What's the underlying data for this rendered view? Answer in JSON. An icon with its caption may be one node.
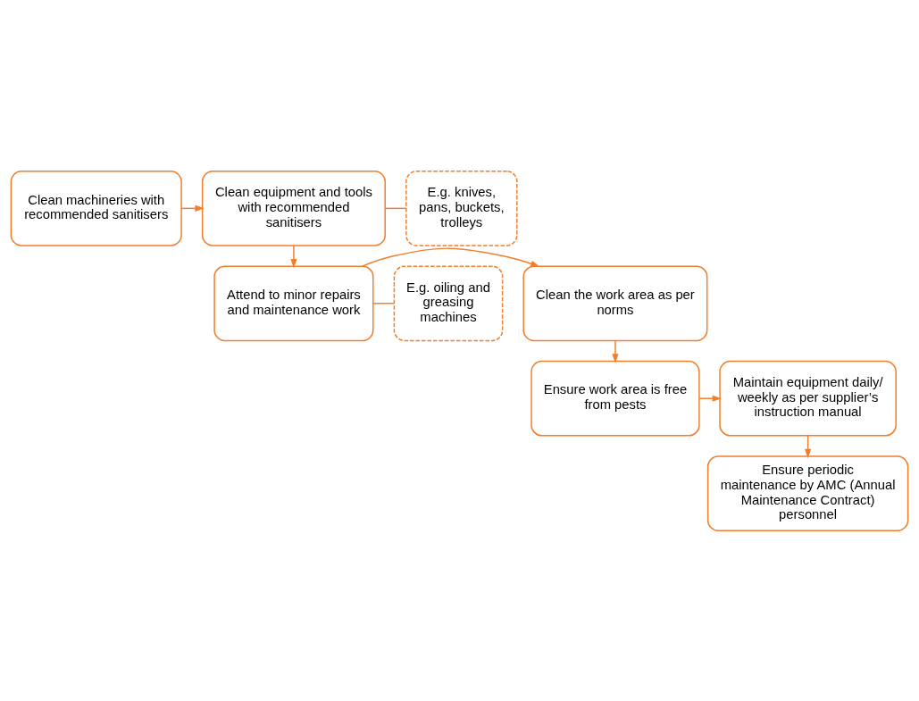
{
  "diagram": {
    "nodes": [
      {
        "text": [
          "Clean machineries with recommended sanitisers"
        ]
      },
      {
        "text": [
          "Clean equipment and tools with recommended sanitisers"
        ]
      },
      {
        "text": [
          "E.g. knives, pans, buckets, trolleys"
        ]
      },
      {
        "text": [
          "Clean the work area as per norms"
        ]
      },
      {
        "text": [
          "Attend to minor repairs and maintenance work"
        ]
      },
      {
        "text": [
          "E.g. oiling and greasing machines"
        ]
      },
      {
        "text": [
          "Ensure work area is free from pests"
        ]
      },
      {
        "text": [
          "Maintain equipment daily/ weekly as per supplier’s instruction manual"
        ]
      },
      {
        "text": [
          "Ensure periodic maintenance by AMC (Annual Maintenance Contract) personnel"
        ]
      }
    ],
    "edges": [
      {
        "from": 0,
        "to": 1,
        "arrow": "to"
      },
      {
        "from": 1,
        "to": 2,
        "arrow": "none"
      },
      {
        "from": 1,
        "to": 4,
        "arrow": "to"
      },
      {
        "from": 4,
        "to": 3,
        "arrow": "to"
      },
      {
        "from": 4,
        "to": 5,
        "arrow": "none"
      },
      {
        "from": 3,
        "to": 6,
        "arrow": "to"
      },
      {
        "from": 6,
        "to": 7,
        "arrow": "to"
      },
      {
        "from": 7,
        "to": 8,
        "arrow": "to"
      }
    ]
  }
}
